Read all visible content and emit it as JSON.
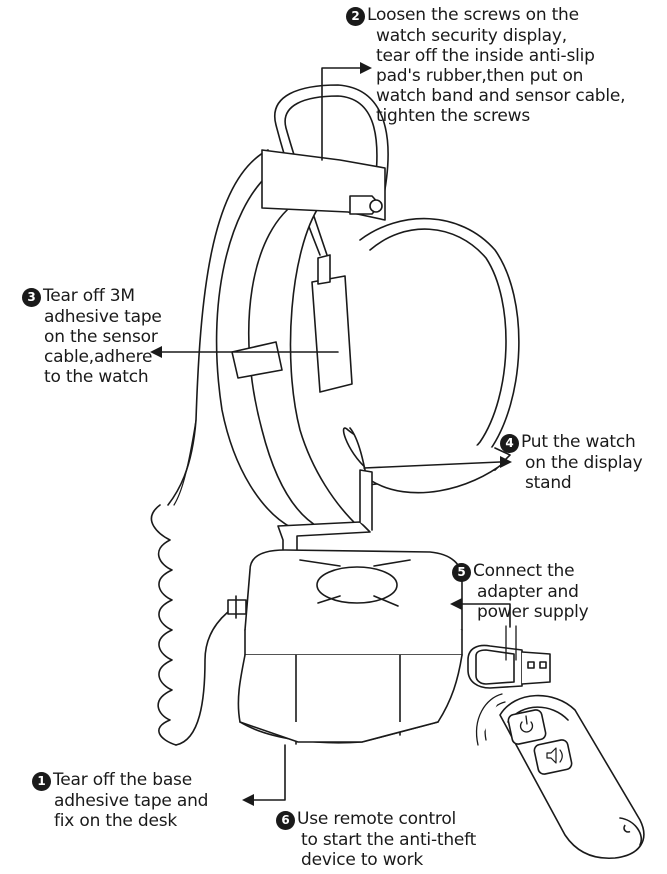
{
  "steps": [
    {
      "id": "2",
      "number": "2",
      "lines": [
        "Loosen the screws on the",
        "watch security display,",
        "tear off the inside anti-slip",
        "pad's rubber,then put on",
        "watch band and sensor cable,",
        "tighten the screws"
      ]
    },
    {
      "id": "3",
      "number": "3",
      "lines": [
        "Tear off 3M",
        "adhesive tape",
        "on the sensor",
        "cable,adhere",
        "to the watch"
      ]
    },
    {
      "id": "4",
      "number": "4",
      "lines": [
        "Put the watch",
        "on the display",
        "stand"
      ]
    },
    {
      "id": "5",
      "number": "5",
      "lines": [
        "Connect the",
        "adapter and",
        "power supply"
      ]
    },
    {
      "id": "1",
      "number": "1",
      "lines": [
        "Tear off the base",
        "adhesive tape and",
        "fix on the desk"
      ]
    },
    {
      "id": "6",
      "number": "6",
      "lines": [
        "Use remote control",
        "to start the anti-theft",
        "device to work"
      ]
    }
  ],
  "colors": {
    "line": "#1a1a1a",
    "fill": "#ffffff"
  },
  "icons": [
    "power-icon",
    "alarm-icon"
  ]
}
